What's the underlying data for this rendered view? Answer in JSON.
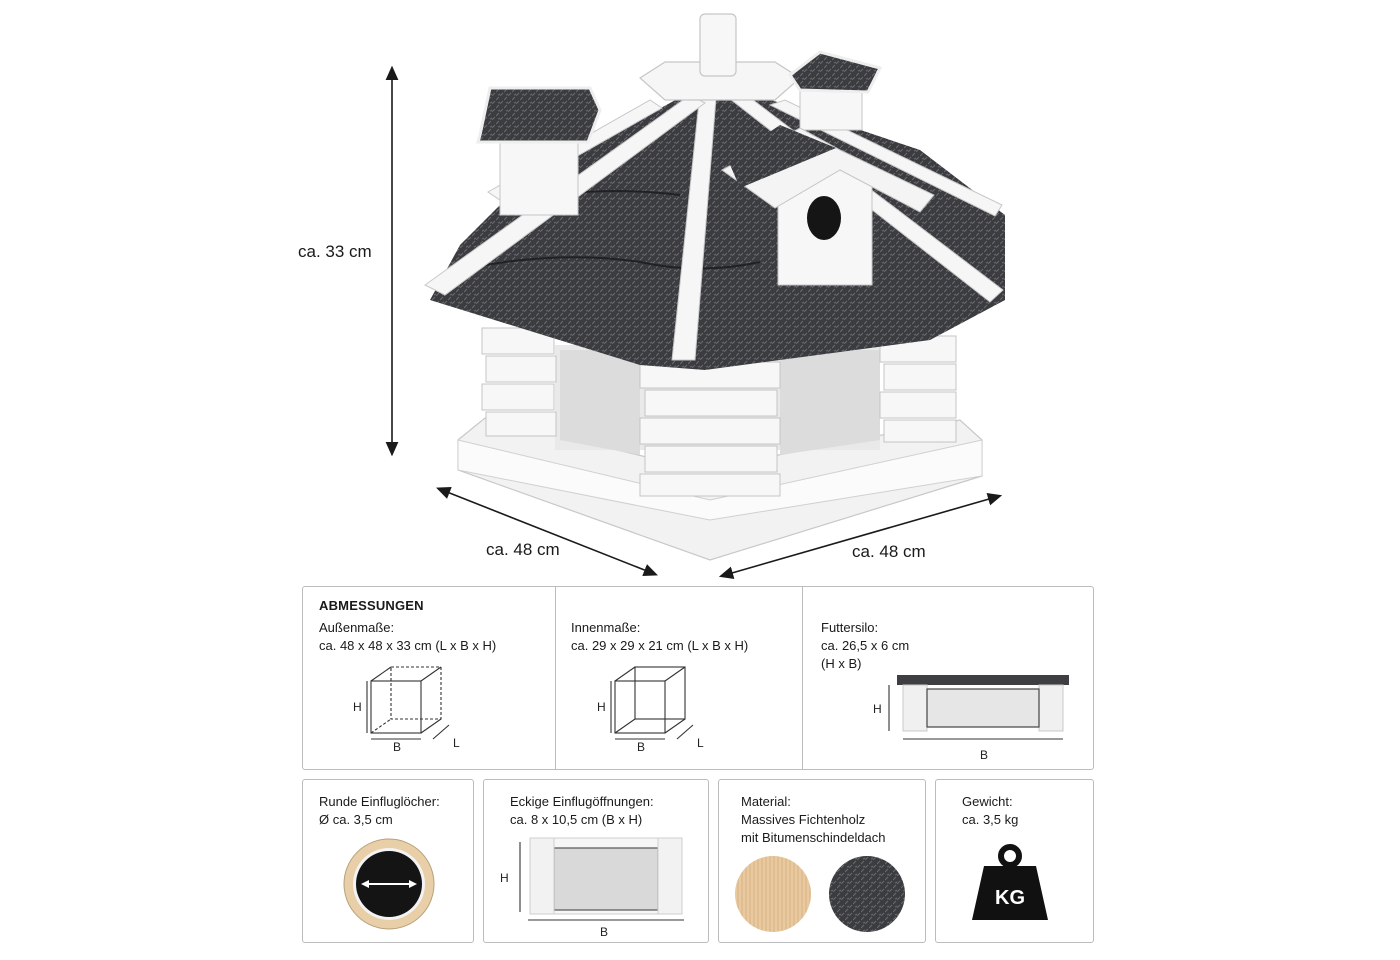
{
  "dimensions": {
    "height_label": "ca. 33 cm",
    "left_label": "ca. 48 cm",
    "right_label": "ca. 48 cm"
  },
  "specs_top": {
    "heading": "ABMESSUNGEN",
    "outer": {
      "label": "Außenmaße:",
      "value": "ca. 48 x 48 x 33 cm (L x B x H)"
    },
    "inner": {
      "label": "Innenmaße:",
      "value": "ca. 29 x 29 x 21 cm (L x B x H)"
    },
    "silo": {
      "label": "Futtersilo:",
      "value_line1": "ca. 26,5 x 6 cm",
      "value_line2": "(H x B)"
    },
    "axis": {
      "h": "H",
      "b": "B",
      "l": "L"
    }
  },
  "specs_bottom": {
    "round": {
      "label": "Runde Einfluglöcher:",
      "value": "Ø ca. 3,5 cm"
    },
    "square": {
      "label": "Eckige Einflugöffnungen:",
      "value": "ca. 8 x 10,5 cm (B x H)"
    },
    "material": {
      "label": "Material:",
      "line1": "Massives Fichtenholz",
      "line2": "mit Bitumenschindeldach"
    },
    "weight": {
      "label": "Gewicht:",
      "value": "ca. 3,5 kg",
      "icon_text": "KG"
    }
  },
  "colors": {
    "roof": "#3a3b3f",
    "wood_white": "#f4f4f4",
    "pine": "#e6c59e",
    "border": "#bcbcbc"
  }
}
